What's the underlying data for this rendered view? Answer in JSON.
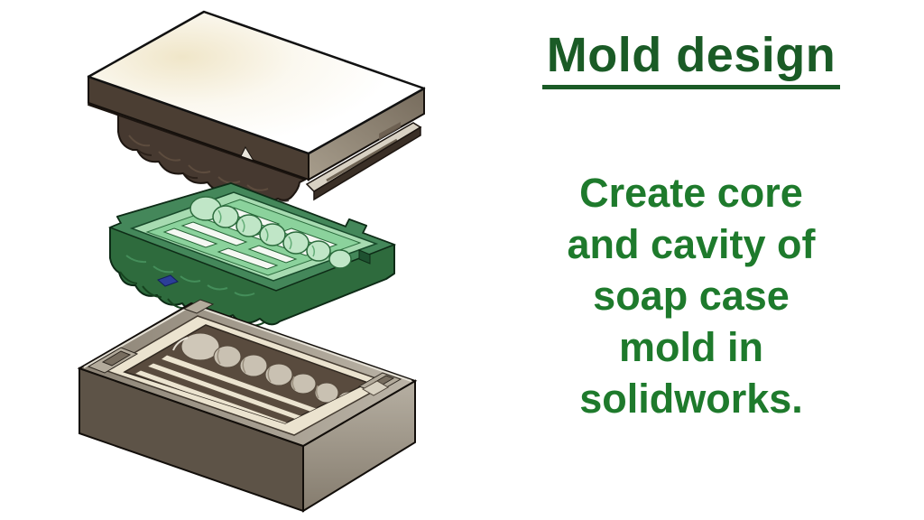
{
  "page": {
    "background": "#ffffff"
  },
  "text_panel": {
    "heading": "Mold design",
    "heading_color": "#1a5b26",
    "body_color": "#1e7a2c",
    "body_lines": [
      "Create core",
      "and cavity of",
      "soap case",
      "mold in",
      "solidworks."
    ]
  },
  "illustration": {
    "caption": "exploded-view-of-soap-case-mold",
    "parts": [
      {
        "name": "core-plate-top-half",
        "color": "#4b3e33"
      },
      {
        "name": "soap-case-part",
        "color": "#44875a"
      },
      {
        "name": "cavity-block-bottom-half",
        "color": "#5d5347"
      },
      {
        "name": "ejector-detail",
        "color": "#2c3e99"
      }
    ]
  }
}
